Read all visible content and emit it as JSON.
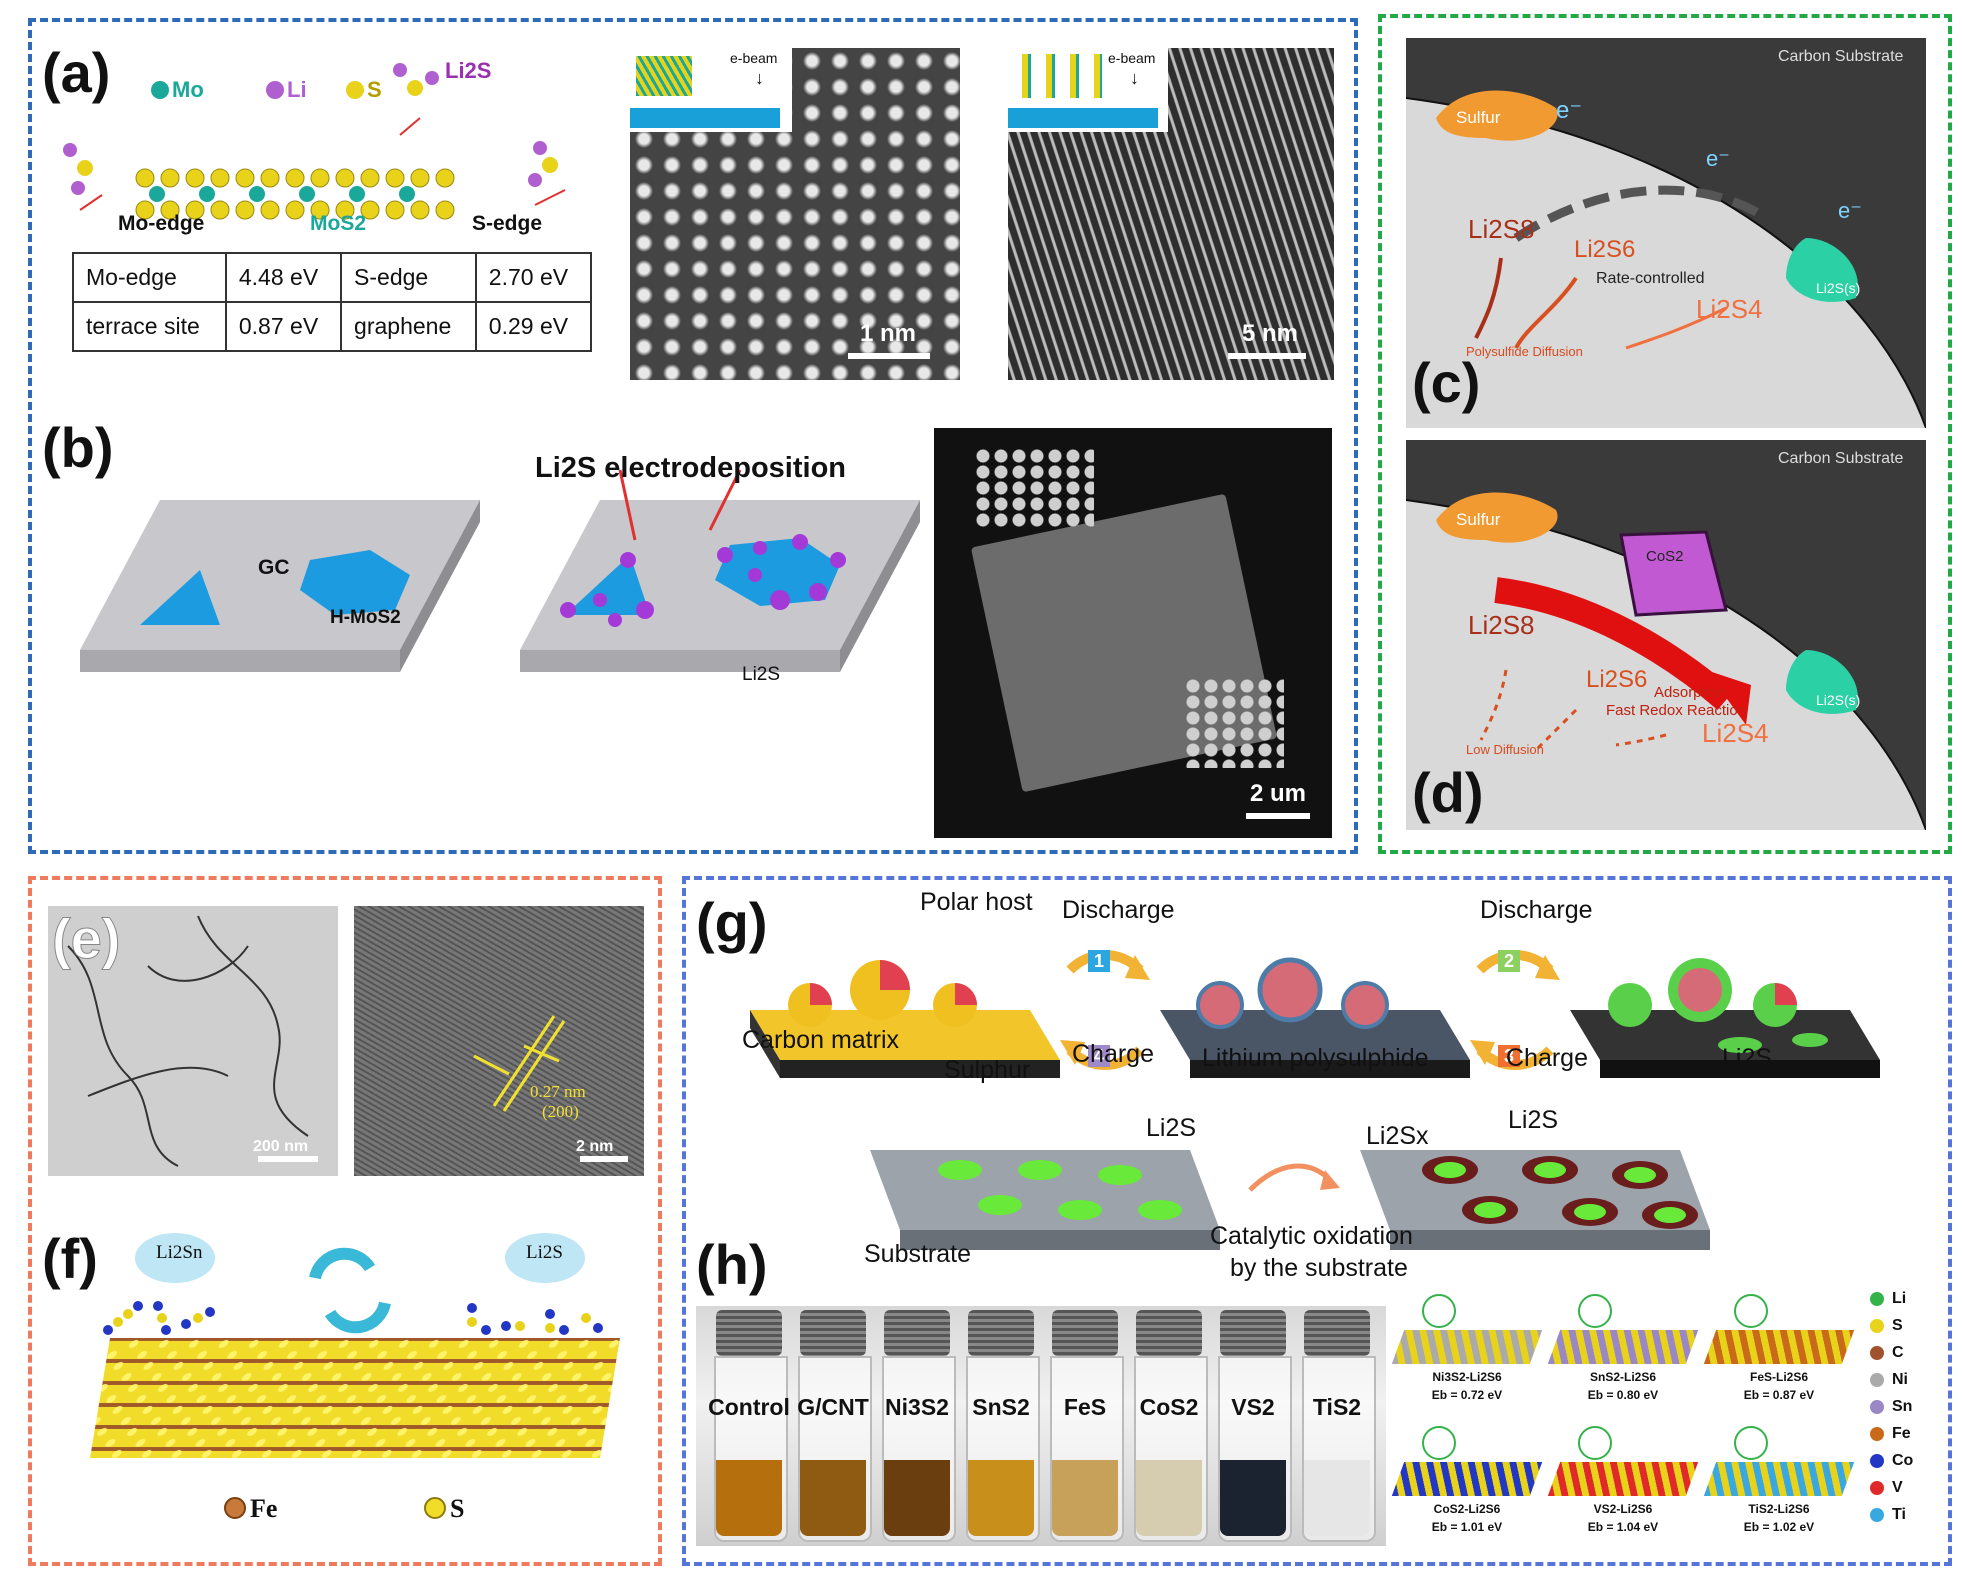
{
  "panel_labels": {
    "a": "(a)",
    "b": "(b)",
    "c": "(c)",
    "d": "(d)",
    "e": "(e)",
    "f": "(f)",
    "g": "(g)",
    "h": "(h)"
  },
  "a": {
    "legend": {
      "mo": "Mo",
      "li": "Li",
      "s": "S",
      "li2s": "Li2S"
    },
    "mo_edge": "Mo-edge",
    "mos2": "MoS2",
    "s_edge": "S-edge",
    "table": [
      [
        "Mo-edge",
        "4.48 eV",
        "S-edge",
        "2.70 eV"
      ],
      [
        "terrace site",
        "0.87 eV",
        "graphene",
        "0.29 eV"
      ]
    ],
    "ebeam": "e-beam",
    "scale1": "1 nm",
    "scale2": "5 nm"
  },
  "b": {
    "gc": "GC",
    "hmos2": "H-MoS2",
    "electrodeposition": "Li2S electrodeposition",
    "li2s": "Li2S",
    "scale": "2 um"
  },
  "c": {
    "substrate": "Carbon Substrate",
    "sulfur": "Sulfur",
    "e": "e⁻",
    "li2s8": "Li2S8",
    "li2s6": "Li2S6",
    "li2s4": "Li2S4",
    "li2s_s": "Li2S(s)",
    "rate": "Rate-controlled",
    "diffusion": "Polysulfide Diffusion"
  },
  "d": {
    "substrate": "Carbon Substrate",
    "sulfur": "Sulfur",
    "cos2": "CoS2",
    "li2s8": "Li2S8",
    "li2s6": "Li2S6",
    "li2s4": "Li2S4",
    "li2s_s": "Li2S(s)",
    "adsorption": "Adsorption",
    "fast": "Fast Redox Reaction",
    "low": "Low Diffusion"
  },
  "e": {
    "scale1": "200 nm",
    "scale2": "2 nm",
    "d_spacing": "0.27 nm",
    "plane": "(200)"
  },
  "f": {
    "li2sn": "Li2Sn",
    "li2s": "Li2S",
    "fe": "Fe",
    "s": "S"
  },
  "g": {
    "polar_host": "Polar host",
    "discharge1": "Discharge",
    "discharge2": "Discharge",
    "charge1": "Charge",
    "charge2": "Charge",
    "step1": "1",
    "step2": "2",
    "step3": "3",
    "step4": "4",
    "carbon_matrix": "Carbon matrix",
    "sulphur": "Sulphur",
    "lithium_ps": "Lithium polysulphide",
    "li2s": "Li2S",
    "substrate": "Substrate",
    "li2s_b": "Li2S",
    "li2sx": "Li2Sx",
    "li2s_c": "Li2S",
    "catalytic1": "Catalytic oxidation",
    "catalytic2": "by the substrate"
  },
  "h": {
    "vials": [
      "Control",
      "G/CNT",
      "Ni3S2",
      "SnS2",
      "FeS",
      "CoS2",
      "VS2",
      "TiS2"
    ],
    "vial_colors": [
      "#b5700d",
      "#8f5a12",
      "#6b3e10",
      "#c98f1b",
      "#c7a05a",
      "#d6cdb0",
      "#1b2230",
      "#e6e6e6"
    ],
    "structures": [
      {
        "name": "Ni3S2-Li2S6",
        "eb": "Eb = 0.72 eV"
      },
      {
        "name": "SnS2-Li2S6",
        "eb": "Eb = 0.80 eV"
      },
      {
        "name": "FeS-Li2S6",
        "eb": "Eb = 0.87 eV"
      },
      {
        "name": "CoS2-Li2S6",
        "eb": "Eb = 1.01 eV"
      },
      {
        "name": "VS2-Li2S6",
        "eb": "Eb = 1.04 eV"
      },
      {
        "name": "TiS2-Li2S6",
        "eb": "Eb = 1.02 eV"
      }
    ],
    "legend": [
      {
        "el": "Li",
        "color": "#35b24a"
      },
      {
        "el": "S",
        "color": "#e8d21a"
      },
      {
        "el": "C",
        "color": "#a0522d"
      },
      {
        "el": "Ni",
        "color": "#aaaaaa"
      },
      {
        "el": "Sn",
        "color": "#9a87c6"
      },
      {
        "el": "Fe",
        "color": "#c86a1a"
      },
      {
        "el": "Co",
        "color": "#2337c5"
      },
      {
        "el": "V",
        "color": "#e02a2a"
      },
      {
        "el": "Ti",
        "color": "#3aa8e0"
      }
    ]
  }
}
